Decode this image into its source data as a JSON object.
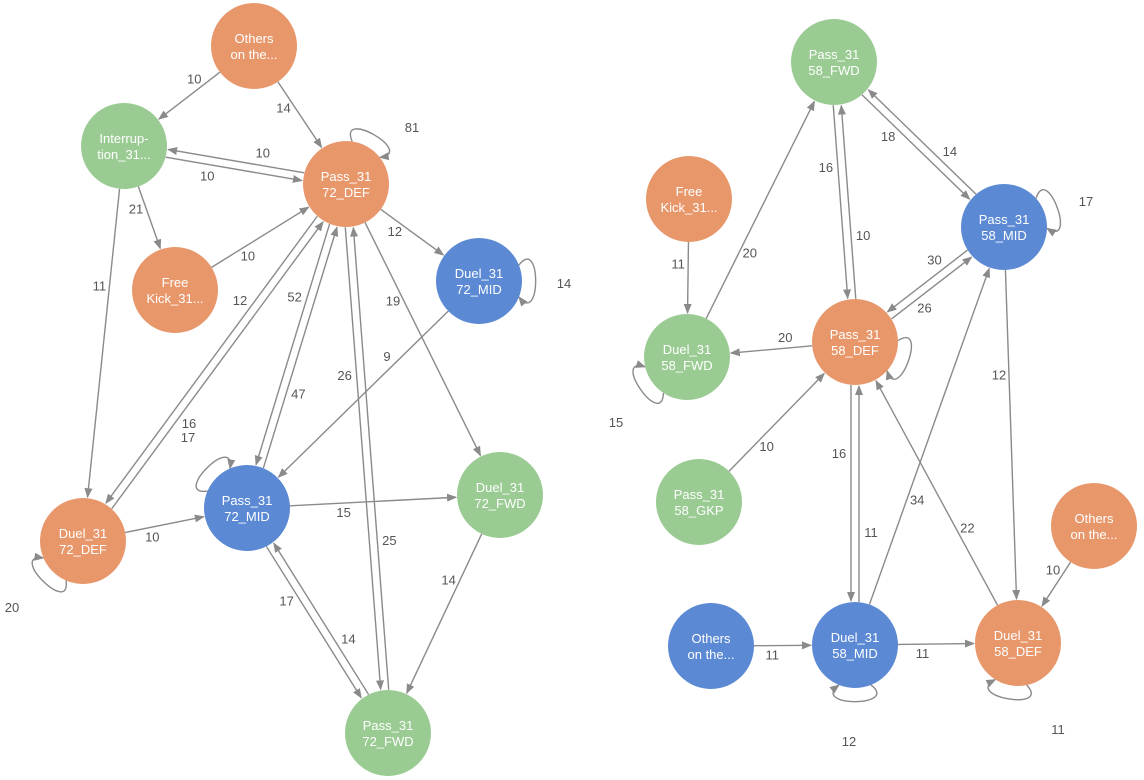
{
  "colors": {
    "orange": "#e8976b",
    "green": "#9acb93",
    "blue": "#5b89d4",
    "edge": "#8a8a8a",
    "edge_label": "#555555"
  },
  "graphs": [
    {
      "id": "3172",
      "nodes": [
        {
          "id": "others",
          "lines": [
            "Others",
            "on the..."
          ],
          "color": "orange"
        },
        {
          "id": "interruption",
          "lines": [
            "Interrup-",
            "tion_31..."
          ],
          "color": "green"
        },
        {
          "id": "pass_def",
          "lines": [
            "Pass_31",
            "72_DEF"
          ],
          "color": "orange"
        },
        {
          "id": "free_kick",
          "lines": [
            "Free",
            "Kick_31..."
          ],
          "color": "orange"
        },
        {
          "id": "duel_mid",
          "lines": [
            "Duel_31",
            "72_MID"
          ],
          "color": "blue"
        },
        {
          "id": "duel_def",
          "lines": [
            "Duel_31",
            "72_DEF"
          ],
          "color": "orange"
        },
        {
          "id": "pass_mid",
          "lines": [
            "Pass_31",
            "72_MID"
          ],
          "color": "blue"
        },
        {
          "id": "duel_fwd",
          "lines": [
            "Duel_31",
            "72_FWD"
          ],
          "color": "green"
        },
        {
          "id": "pass_fwd",
          "lines": [
            "Pass_31",
            "72_FWD"
          ],
          "color": "green"
        }
      ],
      "edges": [
        {
          "from": "others",
          "to": "interruption",
          "label": "10"
        },
        {
          "from": "others",
          "to": "pass_def",
          "label": "14"
        },
        {
          "from": "pass_def",
          "to": "interruption",
          "label": "10"
        },
        {
          "from": "interruption",
          "to": "pass_def",
          "label": "10"
        },
        {
          "from": "interruption",
          "to": "free_kick",
          "label": "21"
        },
        {
          "from": "interruption",
          "to": "duel_def",
          "label": "11"
        },
        {
          "from": "free_kick",
          "to": "pass_def",
          "label": "10"
        },
        {
          "from": "pass_def",
          "to": "pass_def",
          "label": "81"
        },
        {
          "from": "pass_def",
          "to": "duel_mid",
          "label": "12"
        },
        {
          "from": "duel_mid",
          "to": "duel_mid",
          "label": "14"
        },
        {
          "from": "duel_mid",
          "to": "pass_mid",
          "label": "9"
        },
        {
          "from": "pass_def",
          "to": "duel_fwd",
          "label": "19"
        },
        {
          "from": "duel_def",
          "to": "pass_def",
          "label": "16"
        },
        {
          "from": "pass_def",
          "to": "duel_def",
          "label": "12"
        },
        {
          "from": "pass_mid",
          "to": "pass_def",
          "label": "47"
        },
        {
          "from": "pass_def",
          "to": "pass_mid",
          "label": "52"
        },
        {
          "from": "pass_fwd",
          "to": "pass_def",
          "label": "25"
        },
        {
          "from": "pass_def",
          "to": "pass_fwd",
          "label": "26"
        },
        {
          "from": "duel_def",
          "to": "duel_def",
          "label": "20"
        },
        {
          "from": "duel_def",
          "to": "pass_mid",
          "label": "10"
        },
        {
          "from": "pass_mid",
          "to": "pass_mid",
          "label": "17"
        },
        {
          "from": "pass_mid",
          "to": "duel_fwd",
          "label": "15"
        },
        {
          "from": "duel_fwd",
          "to": "pass_fwd",
          "label": "14"
        },
        {
          "from": "pass_mid",
          "to": "pass_fwd",
          "label": "17"
        },
        {
          "from": "pass_fwd",
          "to": "pass_mid",
          "label": "14"
        }
      ]
    },
    {
      "id": "3158",
      "nodes": [
        {
          "id": "pass_fwd",
          "lines": [
            "Pass_31",
            "58_FWD"
          ],
          "color": "green"
        },
        {
          "id": "free_kick",
          "lines": [
            "Free",
            "Kick_31..."
          ],
          "color": "orange"
        },
        {
          "id": "pass_mid",
          "lines": [
            "Pass_31",
            "58_MID"
          ],
          "color": "blue"
        },
        {
          "id": "pass_def",
          "lines": [
            "Pass_31",
            "58_DEF"
          ],
          "color": "orange"
        },
        {
          "id": "duel_fwd",
          "lines": [
            "Duel_31",
            "58_FWD"
          ],
          "color": "green"
        },
        {
          "id": "pass_gkp",
          "lines": [
            "Pass_31",
            "58_GKP"
          ],
          "color": "green"
        },
        {
          "id": "others_orange",
          "lines": [
            "Others",
            "on the..."
          ],
          "color": "orange"
        },
        {
          "id": "others_blue",
          "lines": [
            "Others",
            "on the..."
          ],
          "color": "blue"
        },
        {
          "id": "duel_mid",
          "lines": [
            "Duel_31",
            "58_MID"
          ],
          "color": "blue"
        },
        {
          "id": "duel_def",
          "lines": [
            "Duel_31",
            "58_DEF"
          ],
          "color": "orange"
        }
      ],
      "edges": [
        {
          "from": "pass_fwd",
          "to": "pass_mid",
          "label": "18"
        },
        {
          "from": "pass_mid",
          "to": "pass_fwd",
          "label": "14"
        },
        {
          "from": "pass_mid",
          "to": "pass_mid",
          "label": "17"
        },
        {
          "from": "pass_def",
          "to": "pass_fwd",
          "label": "10"
        },
        {
          "from": "pass_fwd",
          "to": "pass_def",
          "label": "16"
        },
        {
          "from": "duel_fwd",
          "to": "pass_fwd",
          "label": "20"
        },
        {
          "from": "free_kick",
          "to": "duel_fwd",
          "label": "11"
        },
        {
          "from": "pass_def",
          "to": "duel_fwd",
          "label": "20"
        },
        {
          "from": "duel_fwd",
          "to": "duel_fwd",
          "label": "15"
        },
        {
          "from": "pass_def",
          "to": "pass_mid",
          "label": "26"
        },
        {
          "from": "pass_mid",
          "to": "pass_def",
          "label": "30"
        },
        {
          "from": "pass_def",
          "to": "pass_def",
          "label": ""
        },
        {
          "from": "pass_gkp",
          "to": "pass_def",
          "label": "10"
        },
        {
          "from": "pass_def",
          "to": "duel_mid",
          "label": "16"
        },
        {
          "from": "duel_mid",
          "to": "pass_mid",
          "label": "34"
        },
        {
          "from": "pass_mid",
          "to": "duel_def",
          "label": "12"
        },
        {
          "from": "duel_def",
          "to": "pass_def",
          "label": "22"
        },
        {
          "from": "duel_mid",
          "to": "pass_def",
          "label": "11"
        },
        {
          "from": "others_blue",
          "to": "duel_mid",
          "label": "11"
        },
        {
          "from": "duel_mid",
          "to": "duel_def",
          "label": "11"
        },
        {
          "from": "duel_mid",
          "to": "duel_mid",
          "label": "12"
        },
        {
          "from": "others_orange",
          "to": "duel_def",
          "label": "10"
        },
        {
          "from": "duel_def",
          "to": "duel_def",
          "label": "11"
        }
      ]
    }
  ]
}
